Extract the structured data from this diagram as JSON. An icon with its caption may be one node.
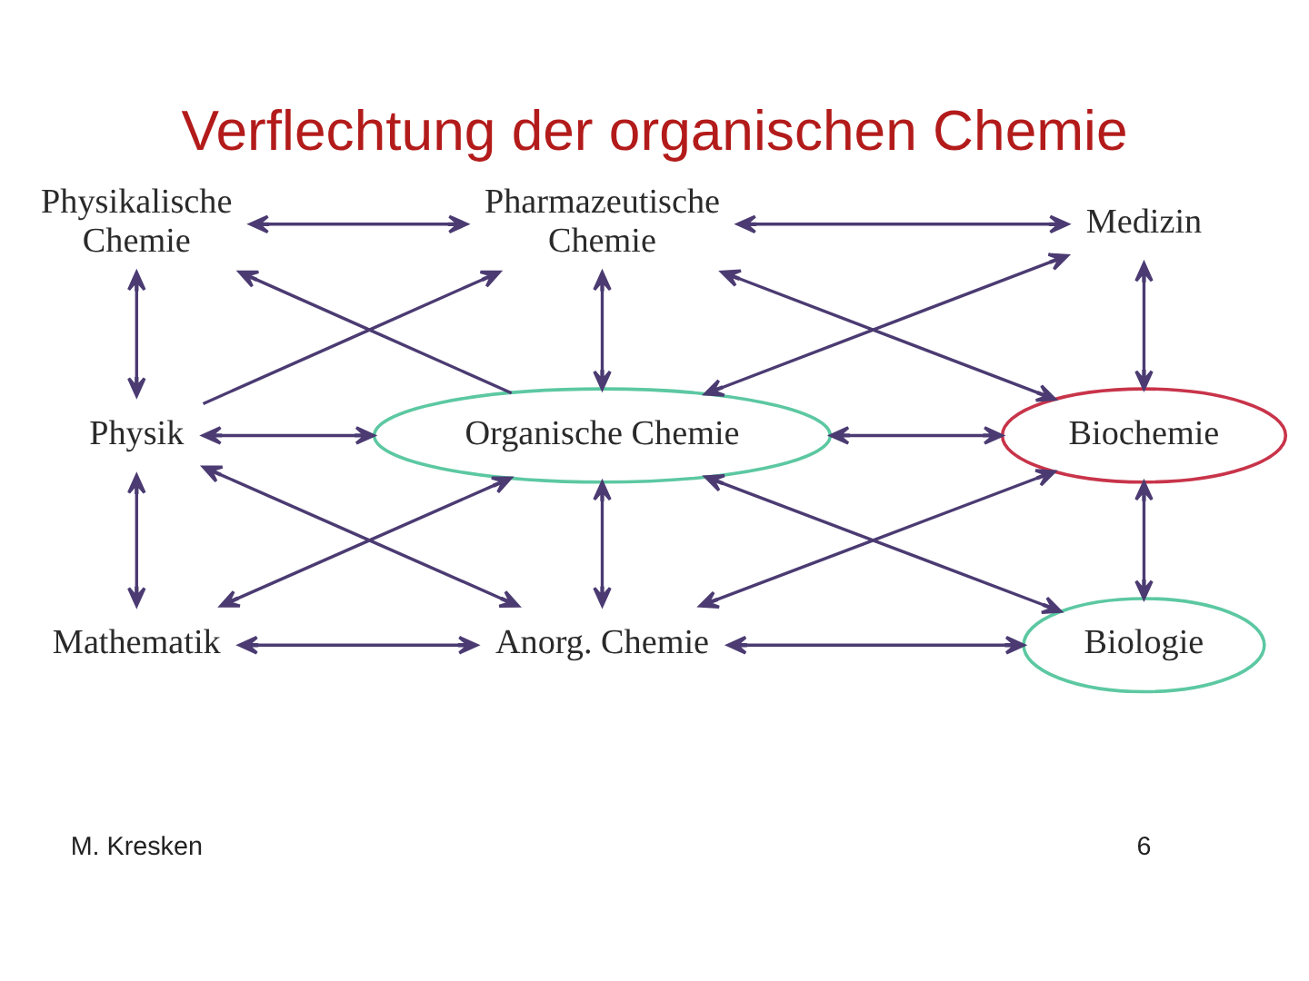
{
  "diagram": {
    "title": "Verflechtung der organischen Chemie",
    "nodes": [
      {
        "text": [
          "Physikalische Chemie"
        ]
      },
      {
        "text": [
          "Pharmazeutische Chemie"
        ]
      },
      {
        "text": [
          "Medizin"
        ]
      },
      {
        "text": [
          "Physik"
        ]
      },
      {
        "text": [
          "Organische Chemie"
        ]
      },
      {
        "text": [
          "Biochemie"
        ]
      },
      {
        "text": [
          "Mathematik"
        ]
      },
      {
        "text": [
          "Anorg. Chemie"
        ]
      },
      {
        "text": [
          "Biologie"
        ]
      }
    ],
    "edges": [
      {
        "from": 0,
        "to": 1,
        "arrow": "both"
      },
      {
        "from": 0,
        "to": 3,
        "arrow": "both"
      },
      {
        "from": 4,
        "to": 0,
        "arrow": "to"
      },
      {
        "from": 3,
        "to": 1,
        "arrow": "to"
      },
      {
        "from": 1,
        "to": 2,
        "arrow": "both"
      },
      {
        "from": 1,
        "to": 4,
        "arrow": "both"
      },
      {
        "from": 1,
        "to": 5,
        "arrow": "both"
      },
      {
        "from": 4,
        "to": 2,
        "arrow": "both"
      },
      {
        "from": 2,
        "to": 5,
        "arrow": "both"
      },
      {
        "from": 3,
        "to": 4,
        "arrow": "both"
      },
      {
        "from": 3,
        "to": 6,
        "arrow": "both"
      },
      {
        "from": 3,
        "to": 7,
        "arrow": "both"
      },
      {
        "from": 6,
        "to": 4,
        "arrow": "both"
      },
      {
        "from": 4,
        "to": 5,
        "arrow": "both"
      },
      {
        "from": 4,
        "to": 7,
        "arrow": "both"
      },
      {
        "from": 4,
        "to": 8,
        "arrow": "both"
      },
      {
        "from": 7,
        "to": 5,
        "arrow": "both"
      },
      {
        "from": 5,
        "to": 8,
        "arrow": "both"
      },
      {
        "from": 6,
        "to": 7,
        "arrow": "both"
      },
      {
        "from": 7,
        "to": 8,
        "arrow": "both"
      }
    ],
    "labels": [
      "M. Kresken",
      "6"
    ]
  }
}
